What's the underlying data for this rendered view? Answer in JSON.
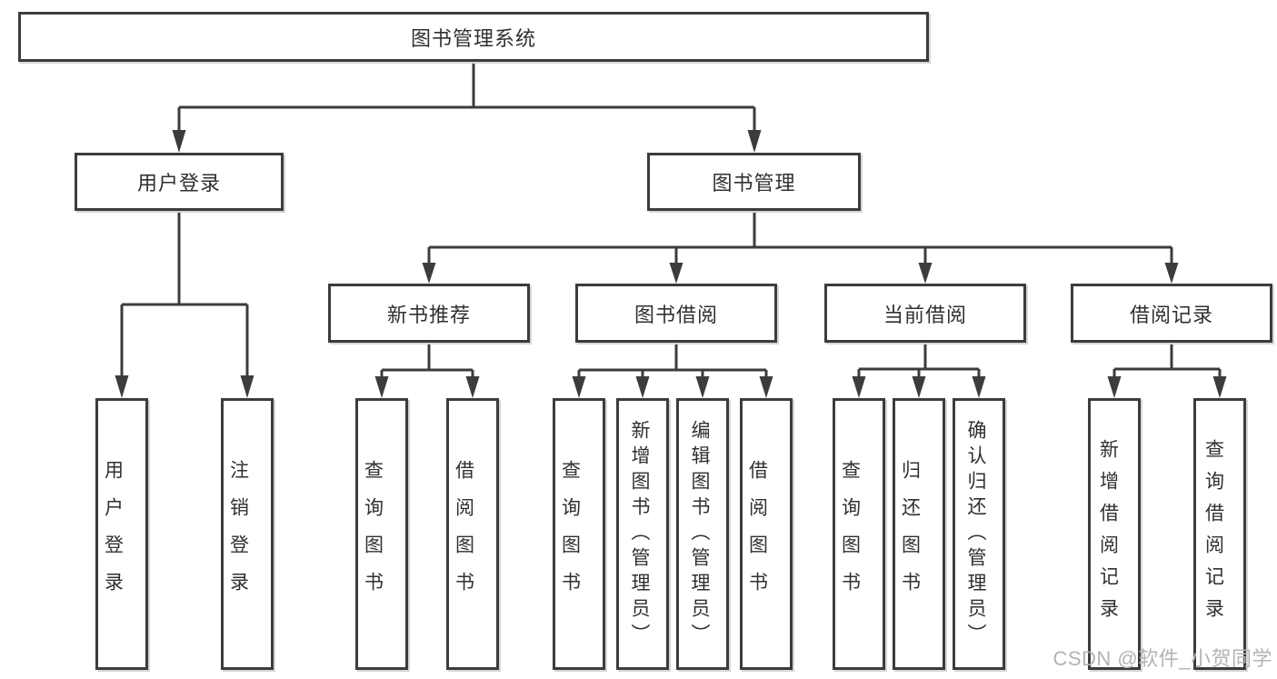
{
  "diagram": {
    "root": {
      "label": "图书管理系统",
      "children": [
        {
          "label": "用户登录",
          "children": [
            {
              "label": "用户登录"
            },
            {
              "label": "注销登录"
            }
          ]
        },
        {
          "label": "图书管理",
          "children": [
            {
              "label": "新书推荐",
              "children": [
                {
                  "label": "查询图书"
                },
                {
                  "label": "借阅图书"
                }
              ]
            },
            {
              "label": "图书借阅",
              "children": [
                {
                  "label": "查询图书"
                },
                {
                  "label": "新增图书（管理员）"
                },
                {
                  "label": "编辑图书（管理员）"
                },
                {
                  "label": "借阅图书"
                }
              ]
            },
            {
              "label": "当前借阅",
              "children": [
                {
                  "label": "查询图书"
                },
                {
                  "label": "归还图书"
                },
                {
                  "label": "确认归还（管理员）"
                }
              ]
            },
            {
              "label": "借阅记录",
              "children": [
                {
                  "label": "新增借阅记录"
                },
                {
                  "label": "查询借阅记录"
                }
              ]
            }
          ]
        }
      ]
    }
  },
  "watermark": {
    "label": "CSDN @软件_小贺同学"
  },
  "colors": {
    "line": "#3c3c3c",
    "text": "#303030",
    "watermark": "#b3b3b3",
    "background": "#ffffff"
  }
}
